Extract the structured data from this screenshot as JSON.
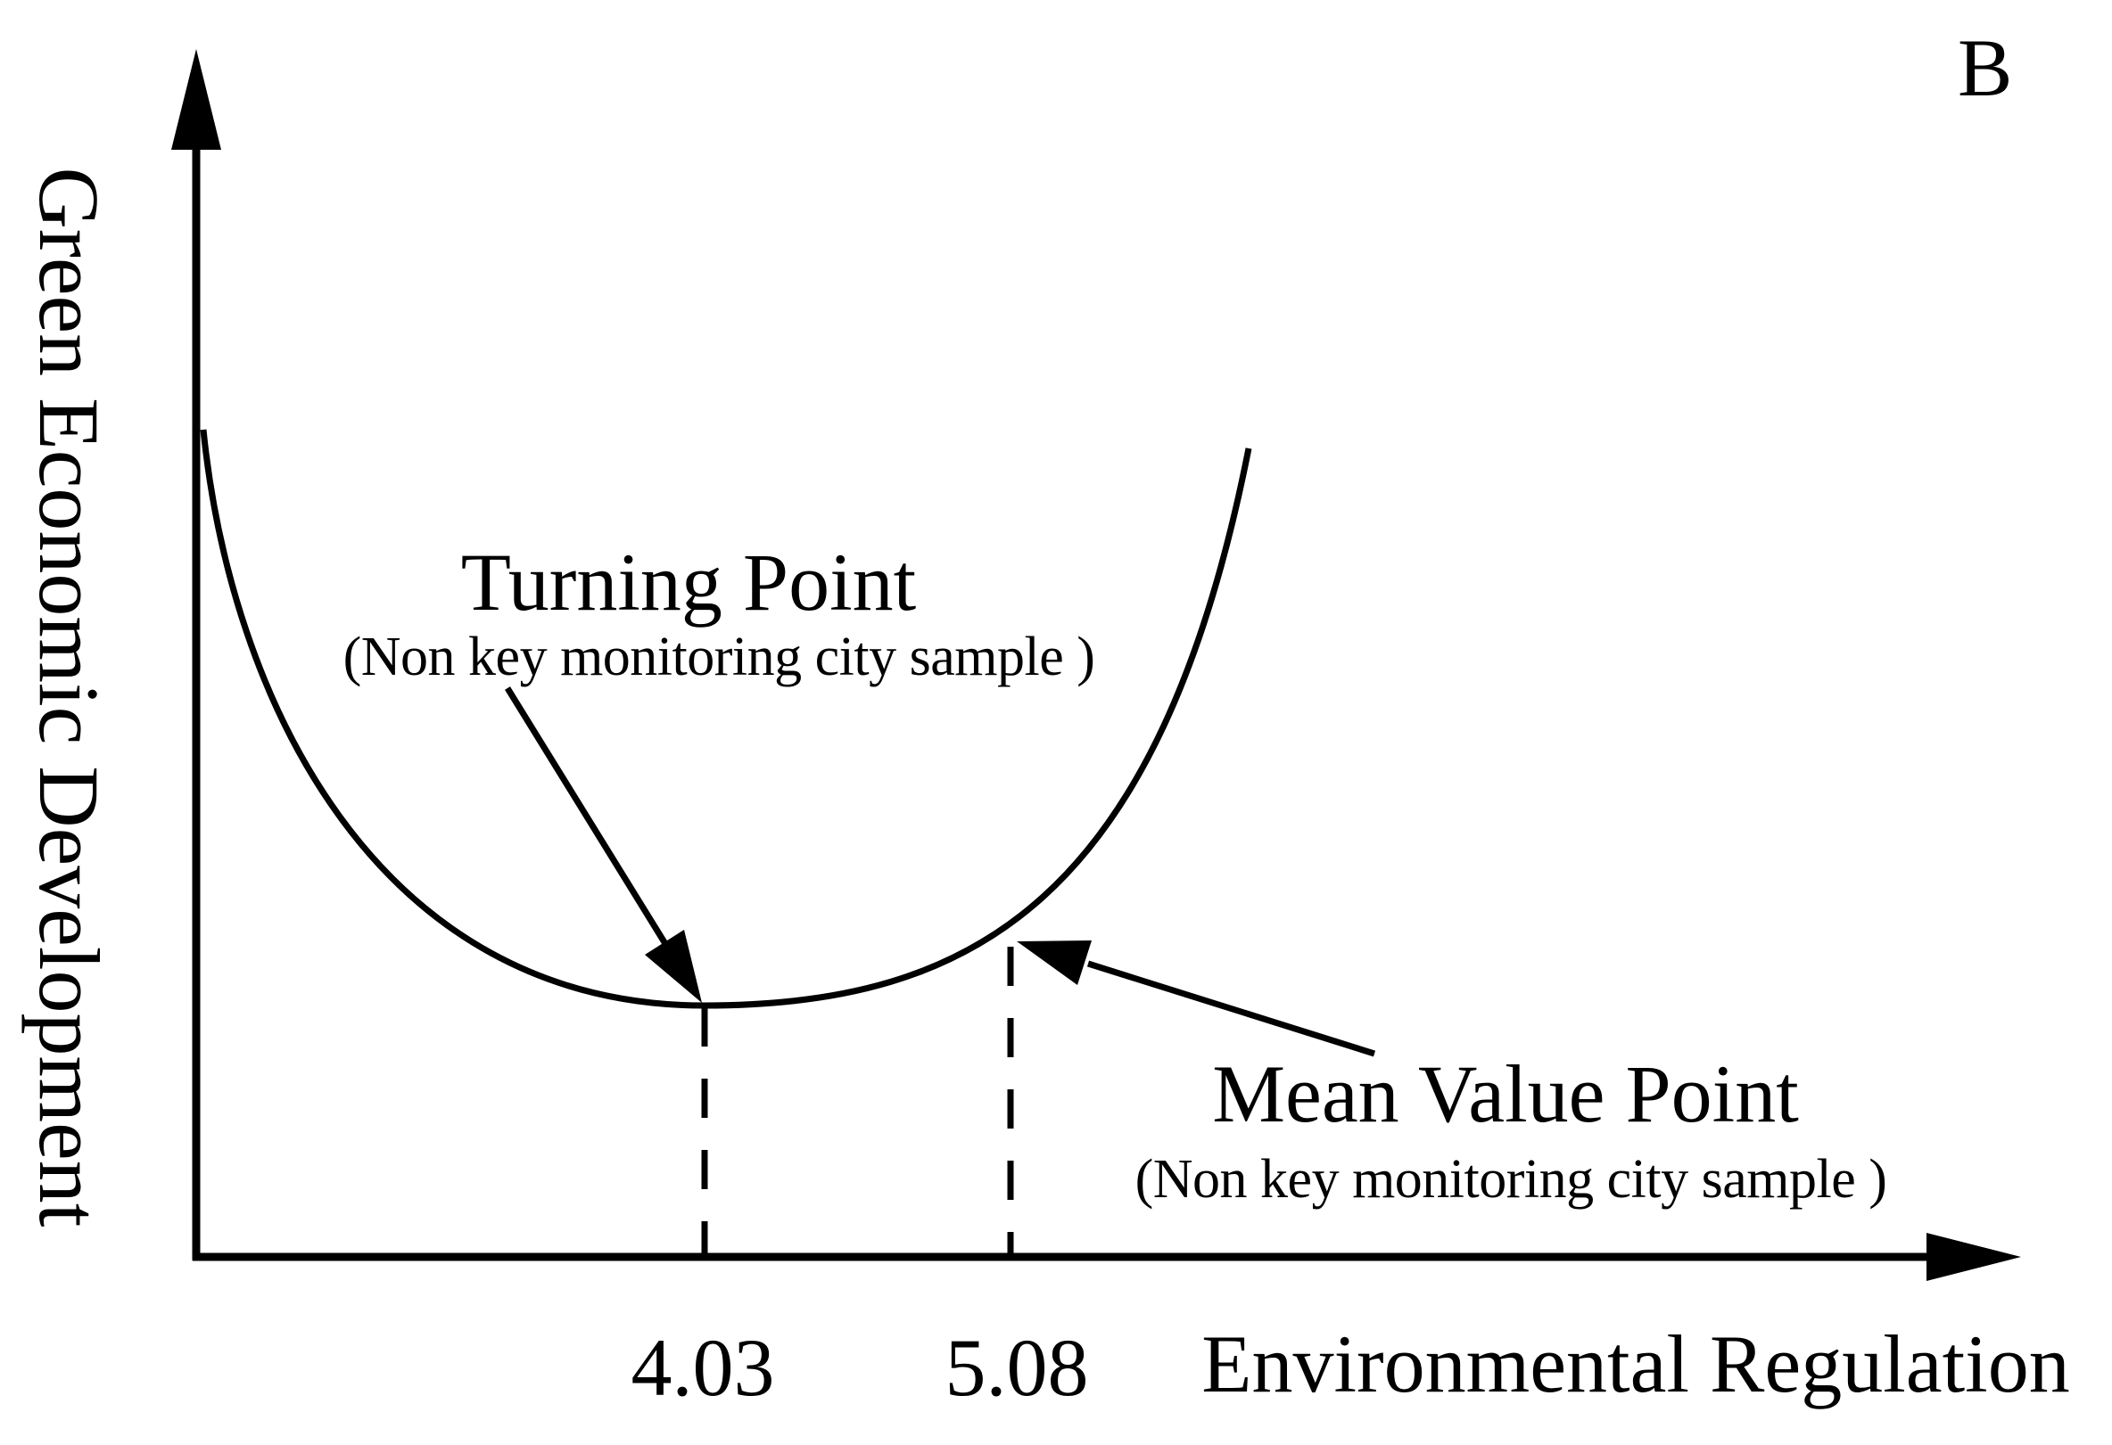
{
  "figure": {
    "panel_label": "B",
    "background_color": "#ffffff",
    "line_color": "#000000"
  },
  "annotations": {
    "turning": {
      "title": "Turning Point",
      "subtitle": "(Non key monitoring city sample )"
    },
    "mean": {
      "title": "Mean Value Point",
      "subtitle": "(Non key monitoring city sample )"
    }
  },
  "chart_data": {
    "type": "line",
    "title": "",
    "xlabel": "Environmental Regulation",
    "ylabel": "Green Economic Development",
    "panel_label": "B",
    "shape": "U-shaped curve (convex), minimum at the turning point",
    "x_ticks": [
      4.03,
      5.08
    ],
    "x_tick_labels": [
      "4.03",
      "5.08"
    ],
    "turning_point_x": 4.03,
    "mean_value_point_x": 5.08,
    "sample_note": "Non key monitoring city sample",
    "grid": false,
    "legend": "none",
    "approx_curve_points_x_data_y_fraction": [
      [
        2.31,
        0.95
      ],
      [
        2.6,
        0.55
      ],
      [
        3.1,
        0.25
      ],
      [
        4.03,
        0.0
      ],
      [
        5.08,
        0.08
      ],
      [
        5.6,
        0.45
      ],
      [
        5.9,
        0.93
      ]
    ],
    "axis_x_range_visible_approx": [
      2.3,
      6.6
    ]
  }
}
